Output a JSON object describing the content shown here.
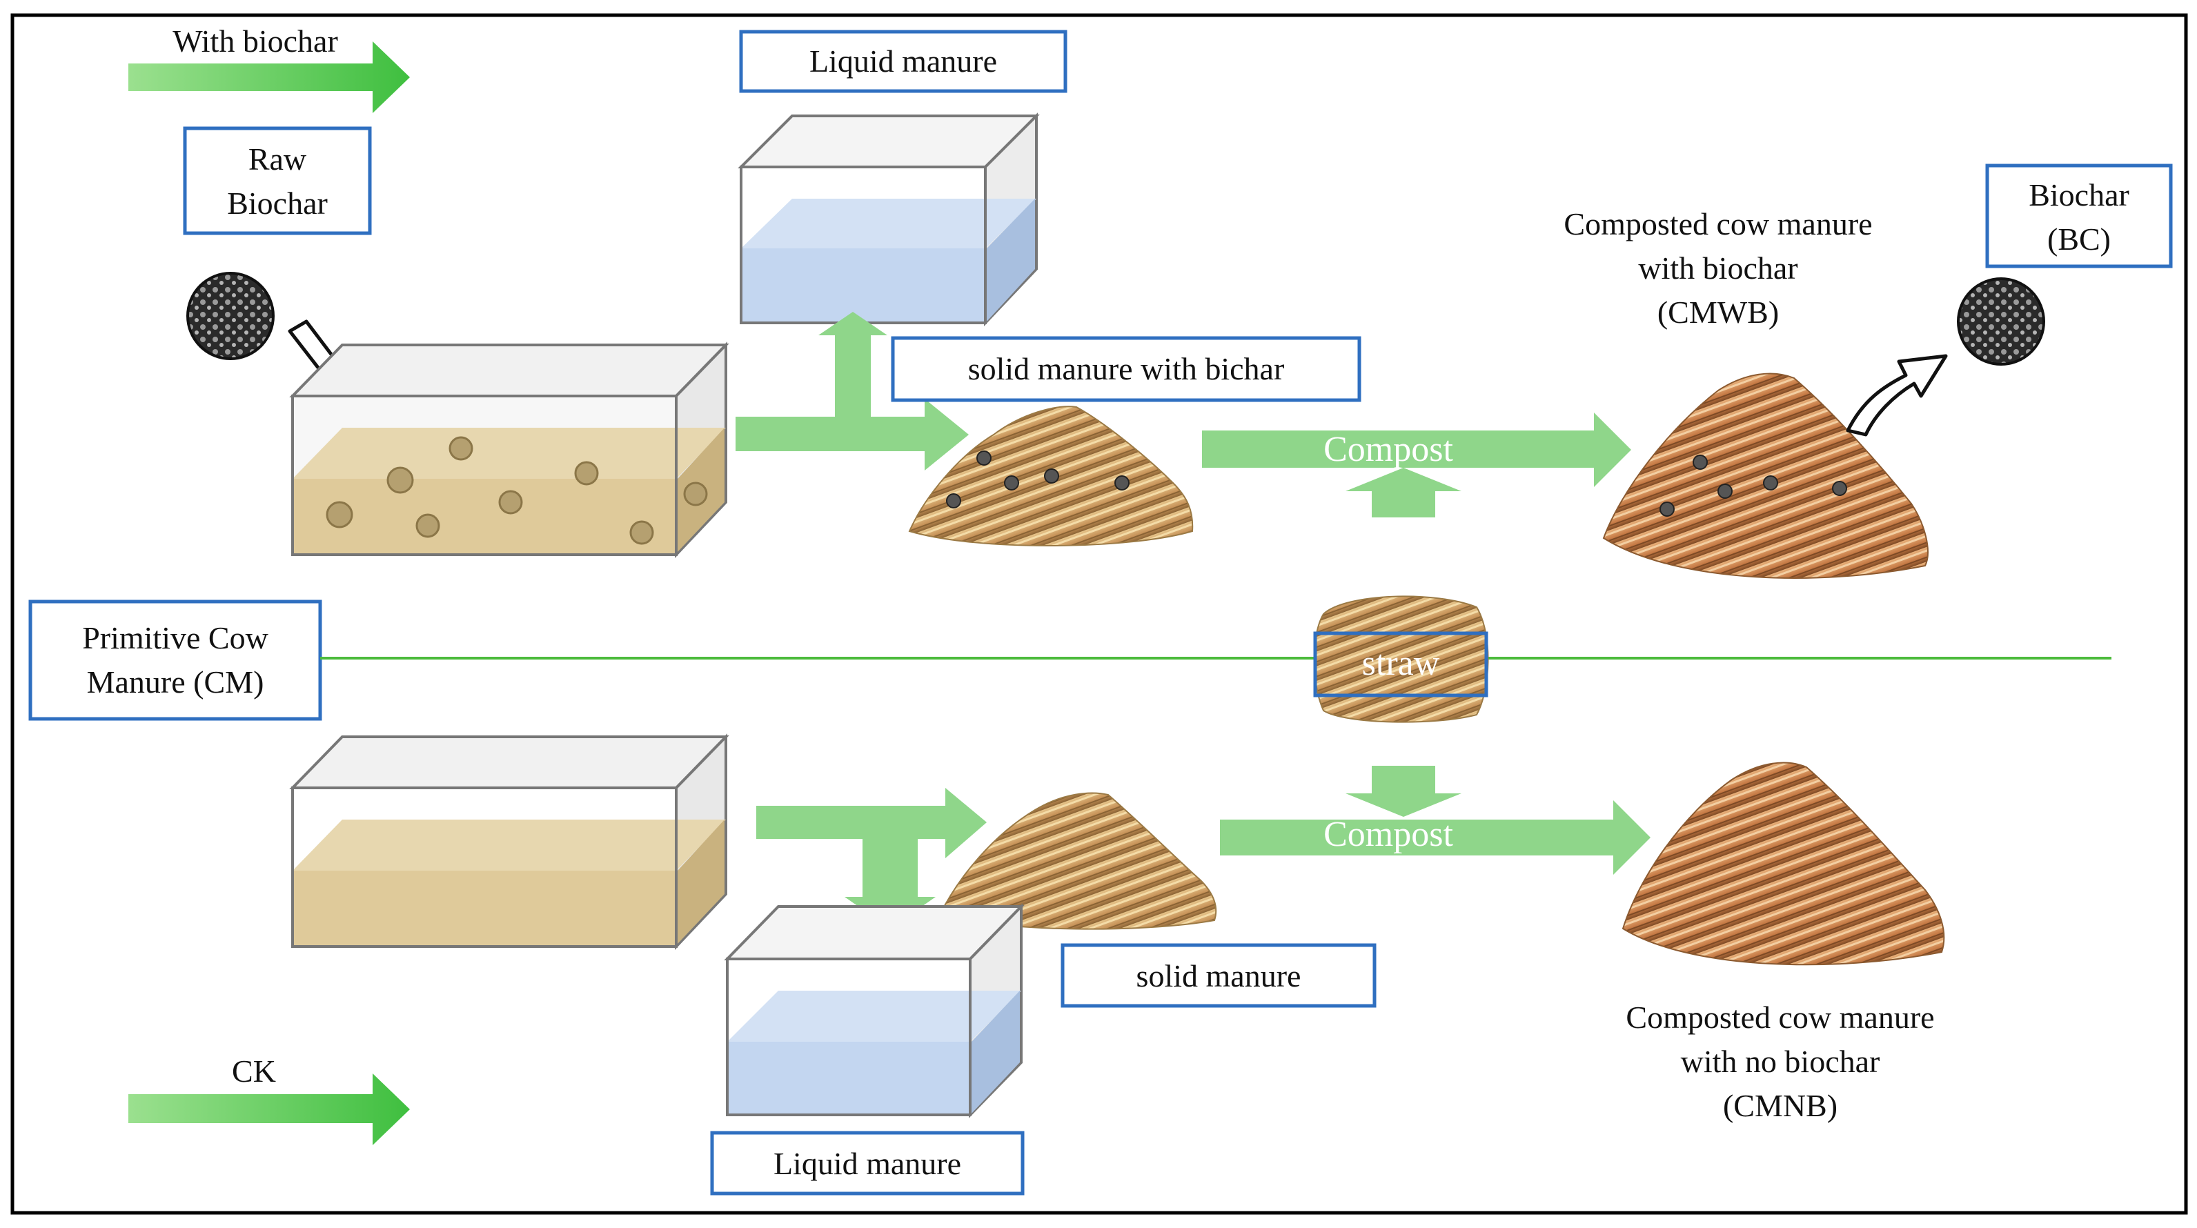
{
  "labels": {
    "with_biochar": "With biochar",
    "ck": "CK",
    "raw_biochar_line1": "Raw",
    "raw_biochar_line2": "Biochar",
    "liquid_manure_top": "Liquid manure",
    "solid_manure_with_bichar": "solid manure with bichar",
    "compost_top": "Compost",
    "compost_bottom": "Compost",
    "cmwb_line1": "Composted cow manure",
    "cmwb_line2": "with biochar",
    "cmwb_line3": "(CMWB)",
    "biochar_bc_line1": "Biochar",
    "biochar_bc_line2": "(BC)",
    "primitive_line1": "Primitive Cow",
    "primitive_line2": "Manure (CM)",
    "straw": "straw",
    "solid_manure": "solid manure",
    "liquid_manure_bottom": "Liquid manure",
    "cmnb_line1": "Composted cow manure",
    "cmnb_line2": "with no biochar",
    "cmnb_line3": "(CMNB)"
  },
  "colors": {
    "arrow_green": "#8fd68a",
    "arrow_green_dark": "#3fbf3f",
    "box_border": "#2f6fc0",
    "divider_green": "#4cbb3c",
    "manure_tan": "#e0cc9c",
    "liquid_blue": "#c5d8f0",
    "straw_brown": "#c8945a"
  }
}
